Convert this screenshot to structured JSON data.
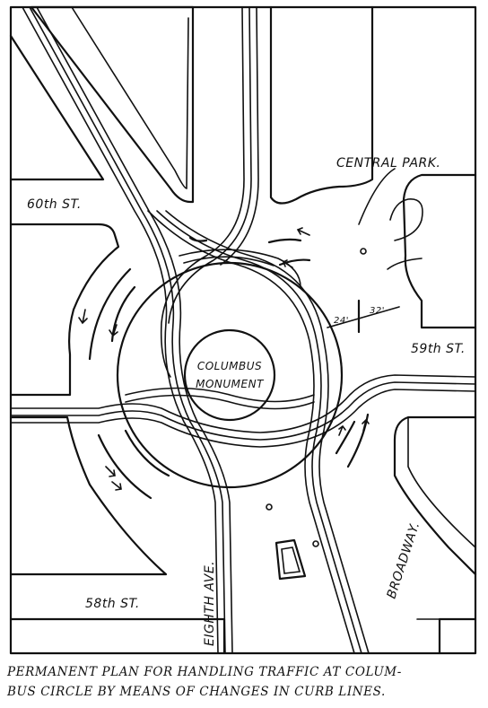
{
  "labels": {
    "central_park": "CENTRAL PARK.",
    "st60": "60th ST.",
    "st59": "59th ST.",
    "st58": "58th ST.",
    "monument_line1": "COLUMBUS",
    "monument_line2": "MONUMENT",
    "eighth_ave": "EIGHTH AVE.",
    "broadway": "BROADWAY.",
    "dim_24": "24'",
    "dim_32": "32'"
  },
  "caption": {
    "line1": "PERMANENT PLAN FOR HANDLING TRAFFIC AT COLUM-",
    "line2": "BUS CIRCLE BY MEANS OF CHANGES IN CURB LINES."
  }
}
